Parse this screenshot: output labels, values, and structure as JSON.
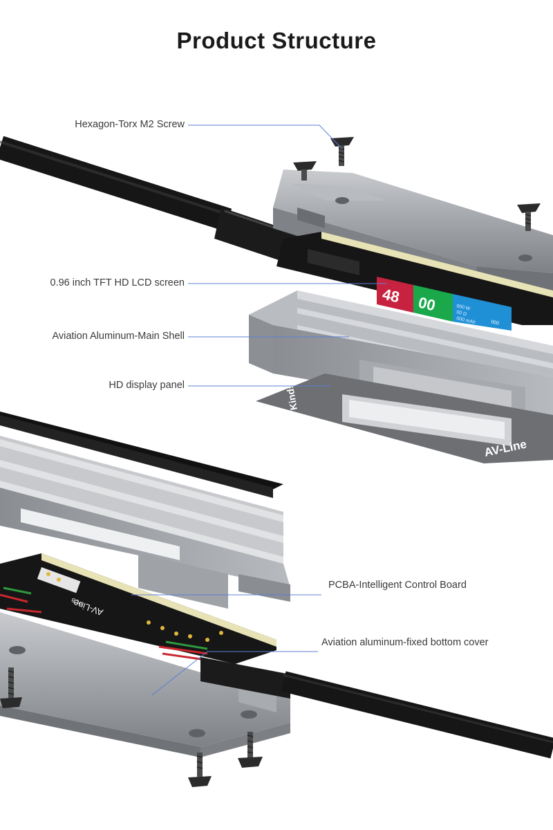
{
  "title": "Product Structure",
  "labels": {
    "screw": "Hexagon-Torx M2 Screw",
    "lcd": "0.96 inch TFT HD LCD screen",
    "shell": "Aviation Aluminum-Main Shell",
    "panel": "HD display panel",
    "pcba": "PCBA-Intelligent Control Board",
    "bottom": "Aviation aluminum-fixed bottom cover"
  },
  "panel_print": {
    "brand": "AV-Line",
    "logo": "Kinds"
  },
  "screen_readout": {
    "voltage": "48",
    "current": "00",
    "small_lines": [
      "000 W",
      "00 Ω",
      "000 mAh",
      "000"
    ]
  },
  "pcb_silkscreen": {
    "brand": "AV-Line",
    "text": "PCB"
  },
  "colors": {
    "leader_line": "#5b7fd6",
    "cable": "#1c1c1c",
    "aluminum": "#9a9da3",
    "pcb": "#161616",
    "pcb_edge": "#e8e3b6",
    "screen_red": "#c72340",
    "screen_green": "#1aa84a",
    "screen_blue": "#1f8fd6",
    "panel": "#6d6f73"
  }
}
